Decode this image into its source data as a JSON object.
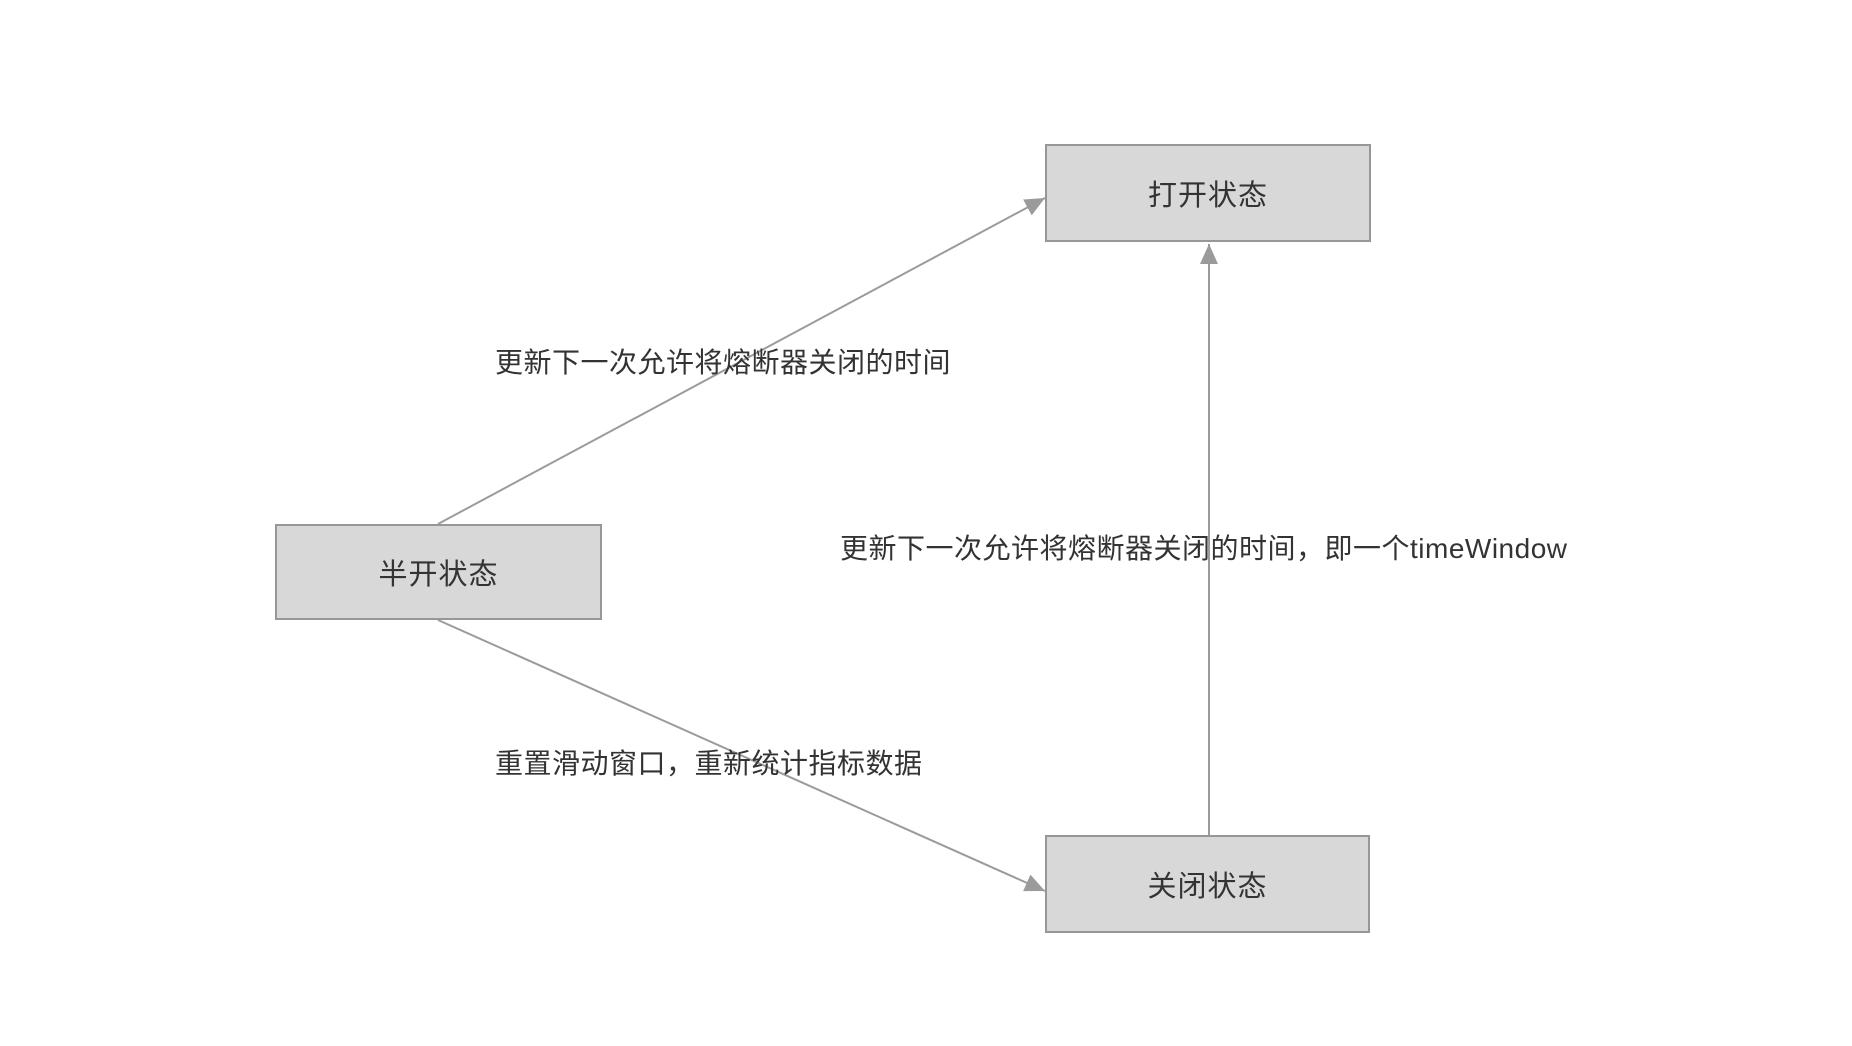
{
  "diagram": {
    "type": "state-diagram",
    "nodes": {
      "open": {
        "label": "打开状态"
      },
      "half_open": {
        "label": "半开状态"
      },
      "closed": {
        "label": "关闭状态"
      }
    },
    "edges": {
      "half_open_to_open": {
        "from": "半开状态",
        "to": "打开状态",
        "label": "更新下一次允许将熔断器关闭的时间"
      },
      "closed_to_open": {
        "from": "关闭状态",
        "to": "打开状态",
        "label": "更新下一次允许将熔断器关闭的时间，即一个timeWindow"
      },
      "half_open_to_closed": {
        "from": "半开状态",
        "to": "关闭状态",
        "label": "重置滑动窗口，重新统计指标数据"
      }
    },
    "colors": {
      "background": "#ffffff",
      "node_fill": "#d8d8d8",
      "node_border": "#979797",
      "edge": "#9b9b9b",
      "text": "#333333"
    }
  }
}
